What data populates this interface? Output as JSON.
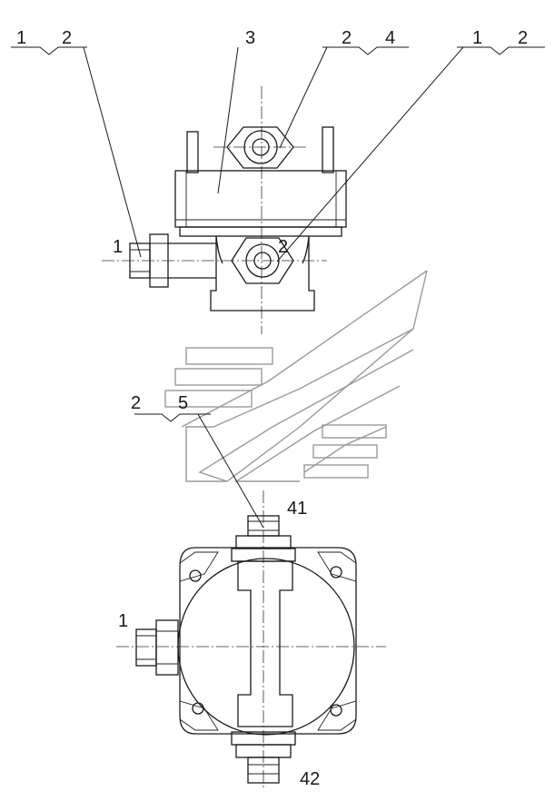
{
  "callouts": {
    "top_left_1": "1",
    "top_left_2": "2",
    "top_mid_3": "3",
    "top_right_a_2": "2",
    "top_right_a_4": "4",
    "top_right_b_1": "1",
    "top_right_b_2": "2",
    "side_view_port_1": "1",
    "side_view_port_2": "2",
    "mid_2": "2",
    "mid_5": "5",
    "bottom_41": "41",
    "bottom_port_1": "1",
    "bottom_42": "42"
  }
}
